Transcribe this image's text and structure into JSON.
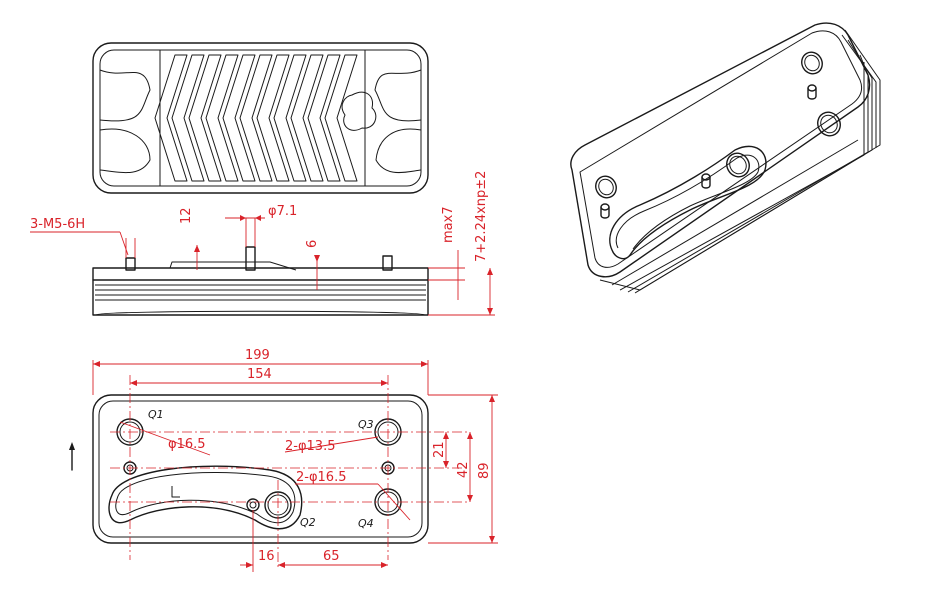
{
  "dimensions": {
    "thread": "3-M5-6H",
    "stud_height": "12",
    "stud_diameter": "φ7.1",
    "offset": "6",
    "max_label": "max7",
    "stack_formula": "7+2.24xnp±2",
    "overall_length": "199",
    "port_pitch_x": "154",
    "port_diameter_large": "φ16.5",
    "port_diameter_q3": "2-φ13.5",
    "port_diameter_q4": "2-φ16.5",
    "small_offset_y": "21",
    "port_pitch_y": "42",
    "overall_width": "89",
    "stud_offset_x": "16",
    "stud_pitch_x": "65"
  },
  "ports": [
    "Q1",
    "Q2",
    "Q3",
    "Q4"
  ],
  "colors": {
    "outline": "#1a1a1a",
    "dimension": "#d9232a"
  }
}
